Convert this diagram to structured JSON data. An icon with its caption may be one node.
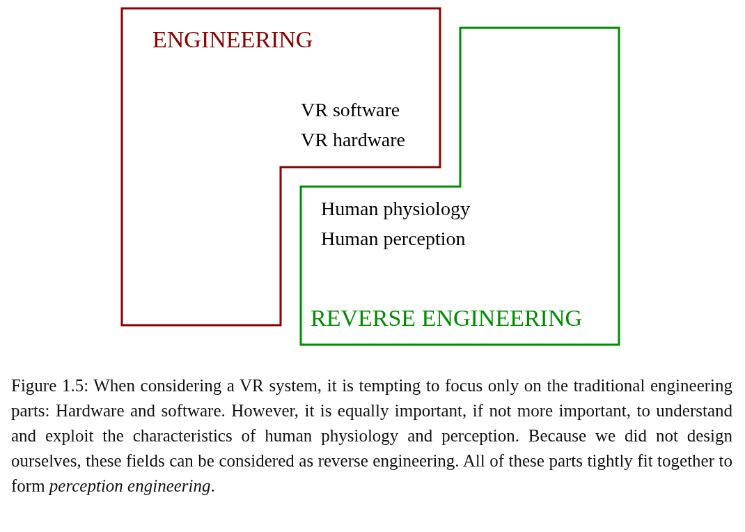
{
  "diagram": {
    "caption": "Figure 1.5: When considering a VR system, it is tempting to focus only on the traditional engineering parts: Hardware and software. However, it is equally important, if not more important, to understand and exploit the characteristics of human physiology and perception. Because we did not design ourselves, these fields can be considered as reverse engineering. All of these parts tightly fit together to form *perception engineering*.",
    "nodes": [
      {
        "text": [
          "ENGINEERING",
          "VR software",
          "VR hardware"
        ]
      },
      {
        "text": [
          "Human physiology",
          "Human perception",
          "REVERSE ENGINEERING"
        ]
      }
    ]
  }
}
